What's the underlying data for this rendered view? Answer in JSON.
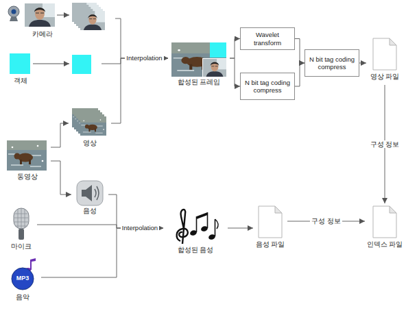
{
  "diagram": {
    "nodes": [
      {
        "text": [
          "카메라"
        ]
      },
      {
        "text": [
          "객체"
        ]
      },
      {
        "text": [
          "동영상"
        ]
      },
      {
        "text": [
          "영상"
        ]
      },
      {
        "text": [
          "음성"
        ]
      },
      {
        "text": [
          "마이크"
        ]
      },
      {
        "text": [
          "MP3",
          "음악"
        ]
      },
      {
        "text": [
          "합성된 프레임"
        ]
      },
      {
        "text": [
          "Wavelet transform"
        ]
      },
      {
        "text": [
          "N bit tag coding compress"
        ]
      },
      {
        "text": [
          "N bit tag coding compress"
        ]
      },
      {
        "text": [
          "영상 파일"
        ]
      },
      {
        "text": [
          "합성된 음성"
        ]
      },
      {
        "text": [
          "음성 파일"
        ]
      },
      {
        "text": [
          "인덱스 파일"
        ]
      }
    ],
    "edges": [
      {
        "from": 2,
        "to": 3,
        "arrow": "to"
      },
      {
        "from": 2,
        "to": 4,
        "arrow": "to"
      },
      {
        "from": 0,
        "to": 7,
        "arrow": "to"
      },
      {
        "from": 1,
        "to": 7,
        "label": "Interpolation",
        "arrow": "to"
      },
      {
        "from": 3,
        "to": 7,
        "arrow": "to"
      },
      {
        "from": 7,
        "to": 8,
        "arrow": "to"
      },
      {
        "from": 7,
        "to": 9,
        "arrow": "to"
      },
      {
        "from": 8,
        "to": 10,
        "arrow": "to"
      },
      {
        "from": 9,
        "to": 10,
        "arrow": "to"
      },
      {
        "from": 10,
        "to": 11,
        "arrow": "to"
      },
      {
        "from": 11,
        "to": 14,
        "label": "구성 정보",
        "arrow": "to"
      },
      {
        "from": 4,
        "to": 12,
        "arrow": "to"
      },
      {
        "from": 5,
        "to": 12,
        "label": "Interpolation",
        "arrow": "to"
      },
      {
        "from": 6,
        "to": 12,
        "arrow": "to"
      },
      {
        "from": 12,
        "to": 13,
        "arrow": "to"
      },
      {
        "from": 13,
        "to": 14,
        "label": "구성 정보",
        "arrow": "to"
      }
    ]
  }
}
